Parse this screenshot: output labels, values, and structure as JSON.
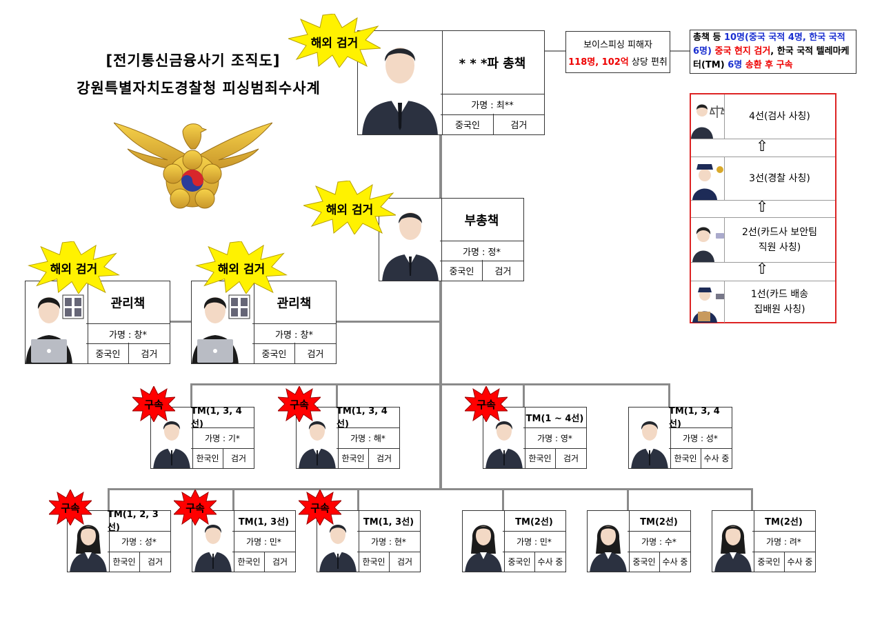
{
  "title": {
    "line1": "[전기통신금융사기 조직도]",
    "line2": "강원특별자치도경찰청 피싱범죄수사계"
  },
  "victim": {
    "label": "보이스피싱 피해자",
    "count": "118명, 102억",
    "rest": " 상당 편취"
  },
  "summary": {
    "p1": "총책 등 ",
    "p2": "10명(중국 국적 4명, 한국 국적 6명)",
    "p3": " 중국 현지 검거",
    "p4": ", 한국 국적 텔레마케터(TM) ",
    "p5": "6명",
    "p6": " 송환 후 구속"
  },
  "legend": [
    {
      "label": "4선(검사 사칭)",
      "icon": "prosecutor-icon"
    },
    {
      "label": "3선(경찰 사칭)",
      "icon": "police-officer-icon"
    },
    {
      "label": "2선(카드사 보안팀\n직원 사칭)",
      "icon": "call-center-agent-icon"
    },
    {
      "label": "1선(카드 배송\n집배원 사칭)",
      "icon": "delivery-man-icon"
    }
  ],
  "legend_arrow": "⇧",
  "badges": {
    "overseas": "해외 검거",
    "detained": "구속"
  },
  "boss": {
    "role": "* * *파 총책",
    "alias": "가명 : 최**",
    "nationality": "중국인",
    "status": "검거"
  },
  "deputy": {
    "role": "부총책",
    "alias": "가명 : 정*",
    "nationality": "중국인",
    "status": "검거"
  },
  "managers": [
    {
      "role": "관리책",
      "alias": "가명 : 창*",
      "nationality": "중국인",
      "status": "검거"
    },
    {
      "role": "관리책",
      "alias": "가명 : 창*",
      "nationality": "중국인",
      "status": "검거"
    }
  ],
  "tm_row1": [
    {
      "role": "TM(1, 3, 4선)",
      "alias": "가명 : 기*",
      "nationality": "한국인",
      "status": "검거",
      "detained": true
    },
    {
      "role": "TM(1, 3, 4선)",
      "alias": "가명 : 해*",
      "nationality": "한국인",
      "status": "검거",
      "detained": true
    },
    {
      "role": "TM(1 ~ 4선)",
      "alias": "가명 : 영*",
      "nationality": "한국인",
      "status": "검거",
      "detained": true
    },
    {
      "role": "TM(1, 3, 4선)",
      "alias": "가명 : 성*",
      "nationality": "한국인",
      "status": "수사 중",
      "detained": false
    }
  ],
  "tm_row2": [
    {
      "role": "TM(1, 2, 3선)",
      "alias": "가명 : 성*",
      "nationality": "한국인",
      "status": "검거",
      "detained": true,
      "gender": "f"
    },
    {
      "role": "TM(1, 3선)",
      "alias": "가명 : 민*",
      "nationality": "한국인",
      "status": "검거",
      "detained": true,
      "gender": "m"
    },
    {
      "role": "TM(1, 3선)",
      "alias": "가명 : 현*",
      "nationality": "한국인",
      "status": "검거",
      "detained": true,
      "gender": "m"
    },
    {
      "role": "TM(2선)",
      "alias": "가명 : 민*",
      "nationality": "중국인",
      "status": "수사 중",
      "detained": false,
      "gender": "f"
    },
    {
      "role": "TM(2선)",
      "alias": "가명 : 수*",
      "nationality": "중국인",
      "status": "수사 중",
      "detained": false,
      "gender": "f"
    },
    {
      "role": "TM(2선)",
      "alias": "가명 : 려*",
      "nationality": "중국인",
      "status": "수사 중",
      "detained": false,
      "gender": "f"
    }
  ],
  "colors": {
    "red": "#e00000",
    "blue": "#1a2fd0",
    "burst_yellow": "#fff200",
    "burst_red": "#ff0000",
    "line": "#8a8a8a"
  }
}
